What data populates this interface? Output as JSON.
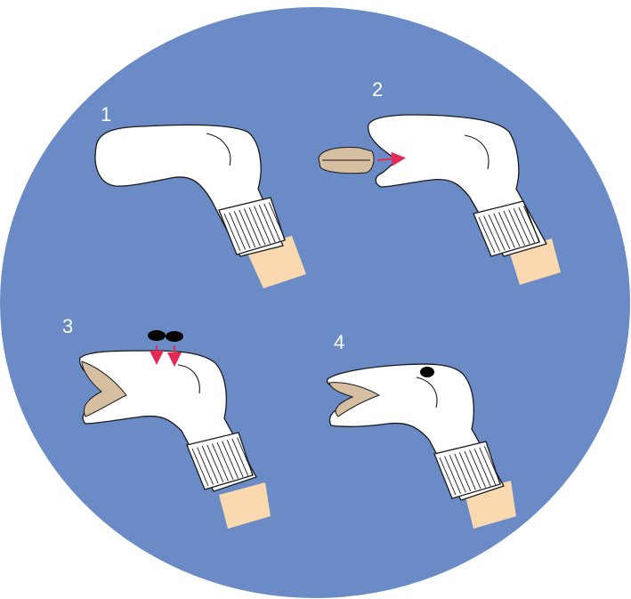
{
  "colors": {
    "background_circle": "#6a8bc6",
    "sock": "#ffffff",
    "outline": "#1a1a1a",
    "hand": "#fad9b0",
    "tongue": "#d6bfa0",
    "arrow": "#e32a57",
    "eye": "#000000"
  },
  "steps": [
    {
      "label": "1"
    },
    {
      "label": "2"
    },
    {
      "label": "3"
    },
    {
      "label": "4"
    }
  ]
}
